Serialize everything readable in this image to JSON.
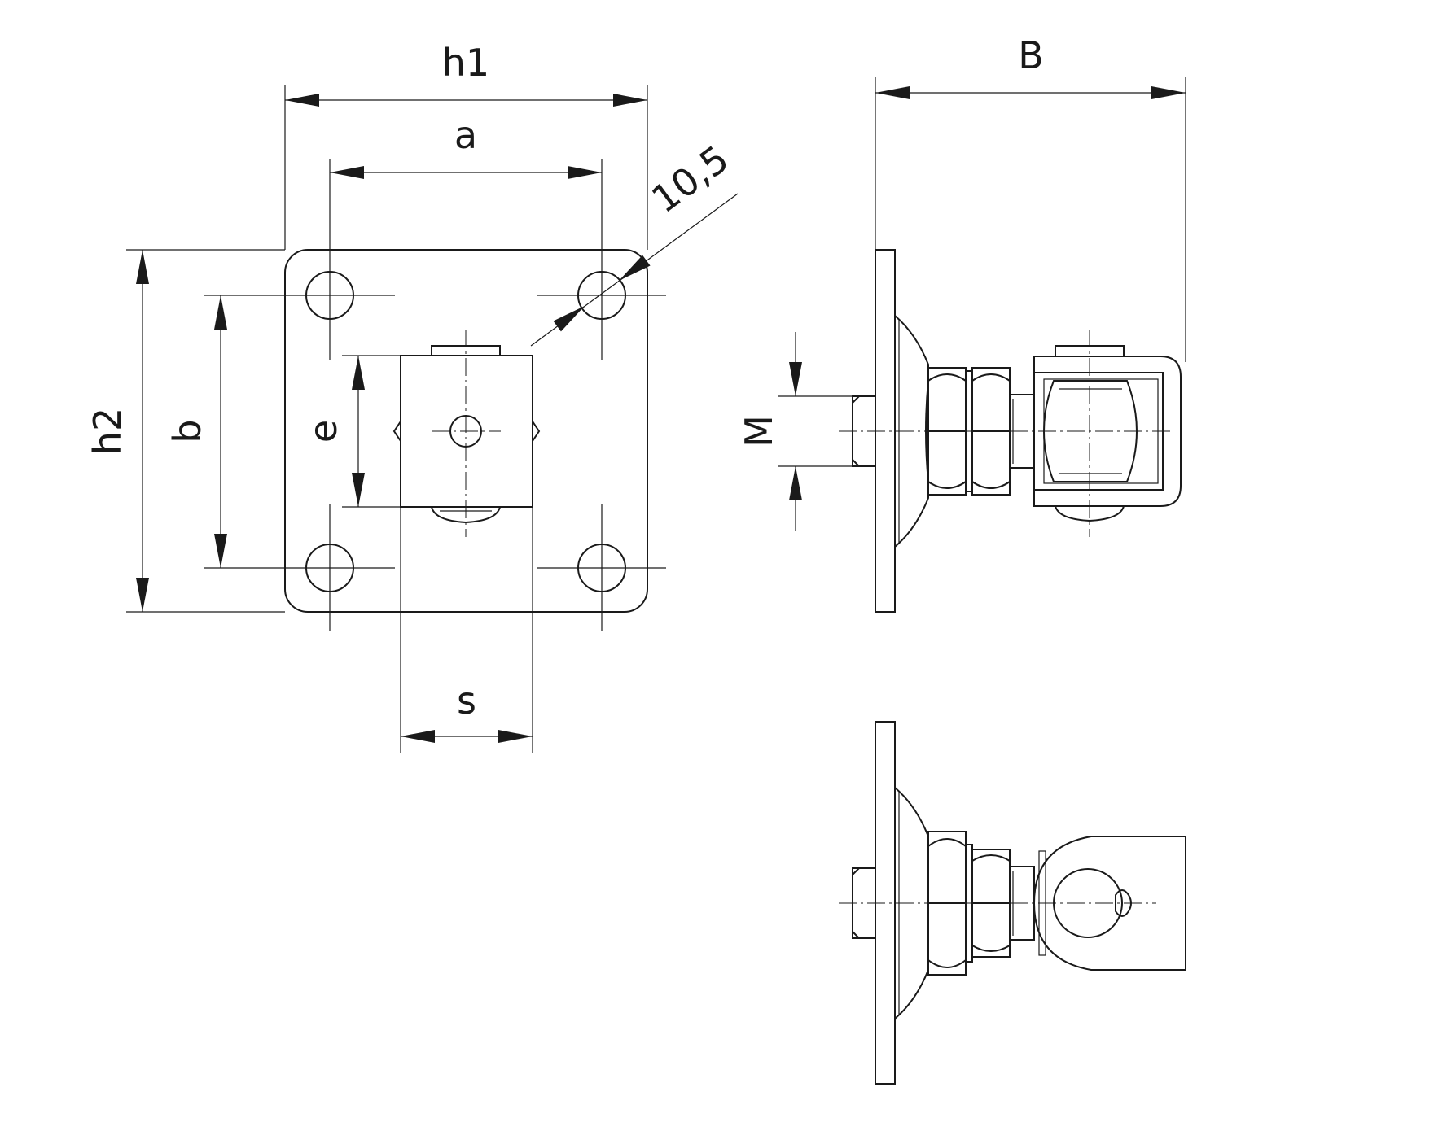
{
  "dimension_labels": {
    "h1": "h1",
    "a": "a",
    "hole_diameter": "10,5",
    "h2": "h2",
    "b": "b",
    "e": "e",
    "s": "s",
    "B": "B",
    "M": "M"
  },
  "colors": {
    "line": "#1a1a1a",
    "background": "#ffffff"
  }
}
